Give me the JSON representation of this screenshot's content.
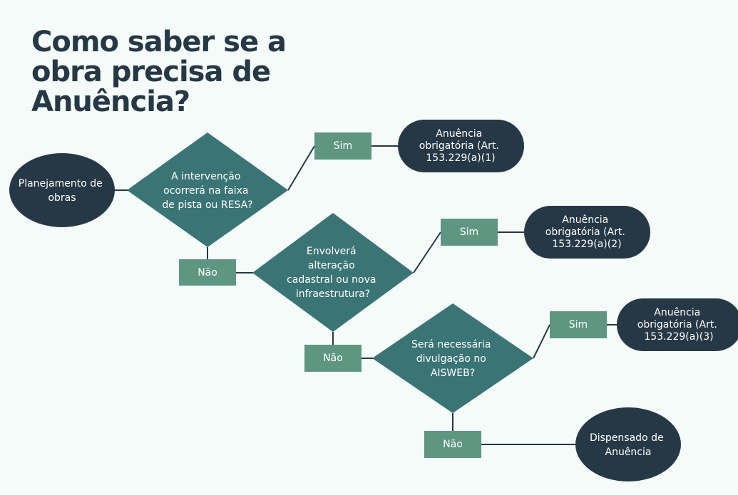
{
  "title": "Como saber se a\nobra precisa de\nAnuência?",
  "start": "Planejamento de obras",
  "decisions": [
    {
      "question": "A intervenção ocorrerá na faixa de pista ou RESA?",
      "yes": "Sim",
      "no": "Não",
      "outcome": "Anuência obrigatória (Art. 153.229(a)(1)"
    },
    {
      "question": "Envolverá alteração cadastral ou nova infraestrutura?",
      "yes": "Sim",
      "no": "Não",
      "outcome": "Anuência obrigatória (Art. 153.229(a)(2)"
    },
    {
      "question": "Será necessária divulgação no AISWEB?",
      "yes": "Sim",
      "no": "Não",
      "outcome": "Anuência obrigatória (Art. 153.229(a)(3)"
    }
  ],
  "end": "Dispensado de Anuência",
  "colors": {
    "dark": "#263845",
    "diamond": "#3a7474",
    "label": "#5e9682",
    "line": "#263845",
    "background": "#f4fbf9"
  }
}
